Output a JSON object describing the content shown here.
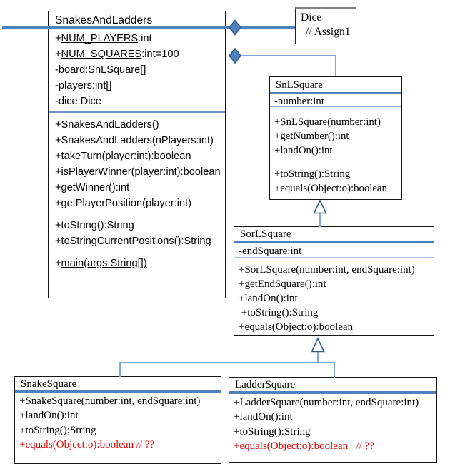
{
  "colors": {
    "accent_blue": "#4f81bd",
    "connector_blue": "#7da7d8",
    "error_red": "#e00000",
    "dice_top_border_gray": "#7f7f7f"
  },
  "icons": {
    "composition_diamond": "◆",
    "inheritance_triangle": "△"
  },
  "classes": {
    "snakesAndLadders": {
      "name": "SnakesAndLadders",
      "attributes": {
        "numPlayers": {
          "prefix": "+",
          "name": "NUM_PLAYERS",
          "suffix": ":int"
        },
        "numSquares": {
          "prefix": "+",
          "name": "NUM_SQUARES",
          "suffix": ":int=100"
        },
        "board": "-board:SnLSquare[]",
        "players": "-players:int[]",
        "dice": "-dice:Dice"
      },
      "methods": [
        "+SnakesAndLadders()",
        "+SnakesAndLadders(nPlayers:int)",
        "+takeTurn(player:int):boolean",
        "+isPlayerWinner(player:int):boolean",
        "+getWinner():int",
        "+getPlayerPosition(player:int)"
      ],
      "methods2": [
        "+toString():String",
        "+toStringCurrentPositions():String"
      ],
      "main_method": {
        "prefix": "+",
        "name": "main(args:String[])"
      }
    },
    "dice": {
      "name": "Dice",
      "comment": "// Assign1"
    },
    "snlSquare": {
      "name": "SnLSquare",
      "attribute": "-number:int",
      "methods": [
        "+SnLSquare(number:int)",
        "+getNumber():int",
        "+landOn():int"
      ],
      "methods2": [
        "+toString():String",
        "+equals(Object:o):boolean"
      ]
    },
    "sorLSquare": {
      "name": "SorLSquare",
      "attribute": "-endSquare:int",
      "methods": [
        "+SorLSquare(number:int, endSquare:int)",
        "+getEndSquare():int",
        "+landOn():int",
        " +toString():String",
        "+equals(Object:o):boolean"
      ]
    },
    "snakeSquare": {
      "name": "SnakeSquare",
      "methods": [
        "+SnakeSquare(number:int, endSquare:int)",
        "+landOn():int",
        "+toString():String"
      ],
      "overridden_method": "+equals(Object:o):boolean // ??"
    },
    "ladderSquare": {
      "name": "LadderSquare",
      "methods": [
        "+LadderSquare(number:int, endSquare:int)",
        "+landOn():int",
        "+toString():String"
      ],
      "overridden_method": "+equals(Object:o):boolean   // ??"
    }
  }
}
